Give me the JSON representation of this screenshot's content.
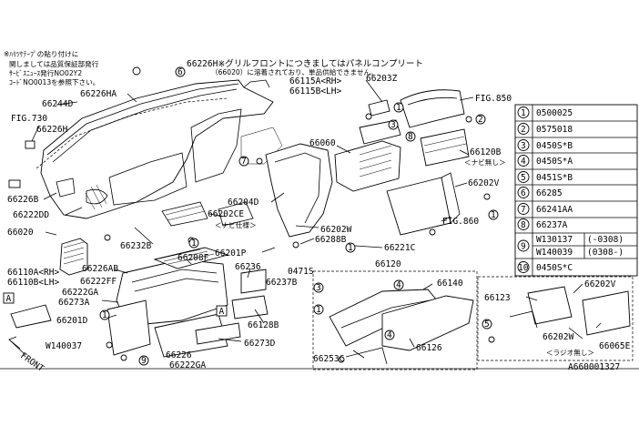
{
  "notes": {
    "line1": "※ﾊﾘﾂｹﾃｰﾌﾟの貼り付けに",
    "line2": "関しましては品質保証部発行",
    "line3": "ｻｰﾋﾞｽﾆｭｰｽ発行NO02Y2",
    "line4": "ｺｰﾄﾞNO0013を参照下さい。",
    "top1": "66226H※グリルフロントにつきましてはパネルコンプリート",
    "top2": "（66020）に溶着されており、単品供給できません。"
  },
  "labels": {
    "l66244D": "66244D",
    "l66226HA": "66226HA",
    "lFIG730": "FIG.730",
    "l66226H_b": "66226H",
    "l66226B": "66226B",
    "l66222DD": "66222DD",
    "l66020": "66020",
    "l66110A": "66110A<RH>",
    "l66110B": "66110B<LH>",
    "l66222GA_a": "66222GA",
    "l66273A": "66273A",
    "l66201D": "66201D",
    "lW140037": "W140037",
    "l66226": "66226",
    "l66222GA_b": "66222GA",
    "l66226AB": "66226AB",
    "l66222FF": "66222FF",
    "l66232B": "66232B",
    "l66208F": "66208F",
    "l66236": "66236",
    "l66128B": "66128B",
    "l66273D": "66273D",
    "l66202CE": "66202CE",
    "l66202CE_sub": "＜ナビ仕様＞",
    "l66204D": "66204D",
    "l66201P": "66201P",
    "l0471S": "0471S",
    "l66237B": "66237B",
    "l66115A": "66115A<RH>",
    "l66115B": "66115B<LH>",
    "l66203Z": "66203Z",
    "lFIG850": "FIG.850",
    "l66060": "66060",
    "l66120B": "66120B",
    "l66120B_sub": "＜ナビ無し＞",
    "l66202V": "66202V",
    "lFIG860": "FIG.860",
    "l66202W": "66202W",
    "l66288B": "66288B",
    "l66221C": "66221C",
    "l66120": "66120",
    "l66140": "66140",
    "l66253C": "66253C",
    "l66126": "66126",
    "l66123": "66123",
    "l66202V_b": "66202V",
    "l66202W_b": "66202W",
    "l66065E": "66065E",
    "lnoradio": "＜ラジオ無し＞",
    "front": "FRONT",
    "boxA1": "A",
    "boxA2": "A",
    "docno": "A660001327"
  },
  "callouts": [
    "1",
    "2",
    "3",
    "4",
    "5",
    "6",
    "7",
    "8",
    "9",
    "10"
  ],
  "parts_table": [
    {
      "no": "1",
      "part": "0500025",
      "note": ""
    },
    {
      "no": "2",
      "part": "0575018",
      "note": ""
    },
    {
      "no": "3",
      "part": "0450S*B",
      "note": ""
    },
    {
      "no": "4",
      "part": "0450S*A",
      "note": ""
    },
    {
      "no": "5",
      "part": "0451S*B",
      "note": ""
    },
    {
      "no": "6",
      "part": "66285",
      "note": ""
    },
    {
      "no": "7",
      "part": "66241AA",
      "note": ""
    },
    {
      "no": "8",
      "part": "66237A",
      "note": ""
    },
    {
      "no": "9",
      "part": "W130137",
      "note": "(-0308)"
    },
    {
      "no": "9",
      "part": "W140039",
      "note": "(0308-)"
    },
    {
      "no": "10",
      "part": "0450S*C",
      "note": ""
    }
  ]
}
